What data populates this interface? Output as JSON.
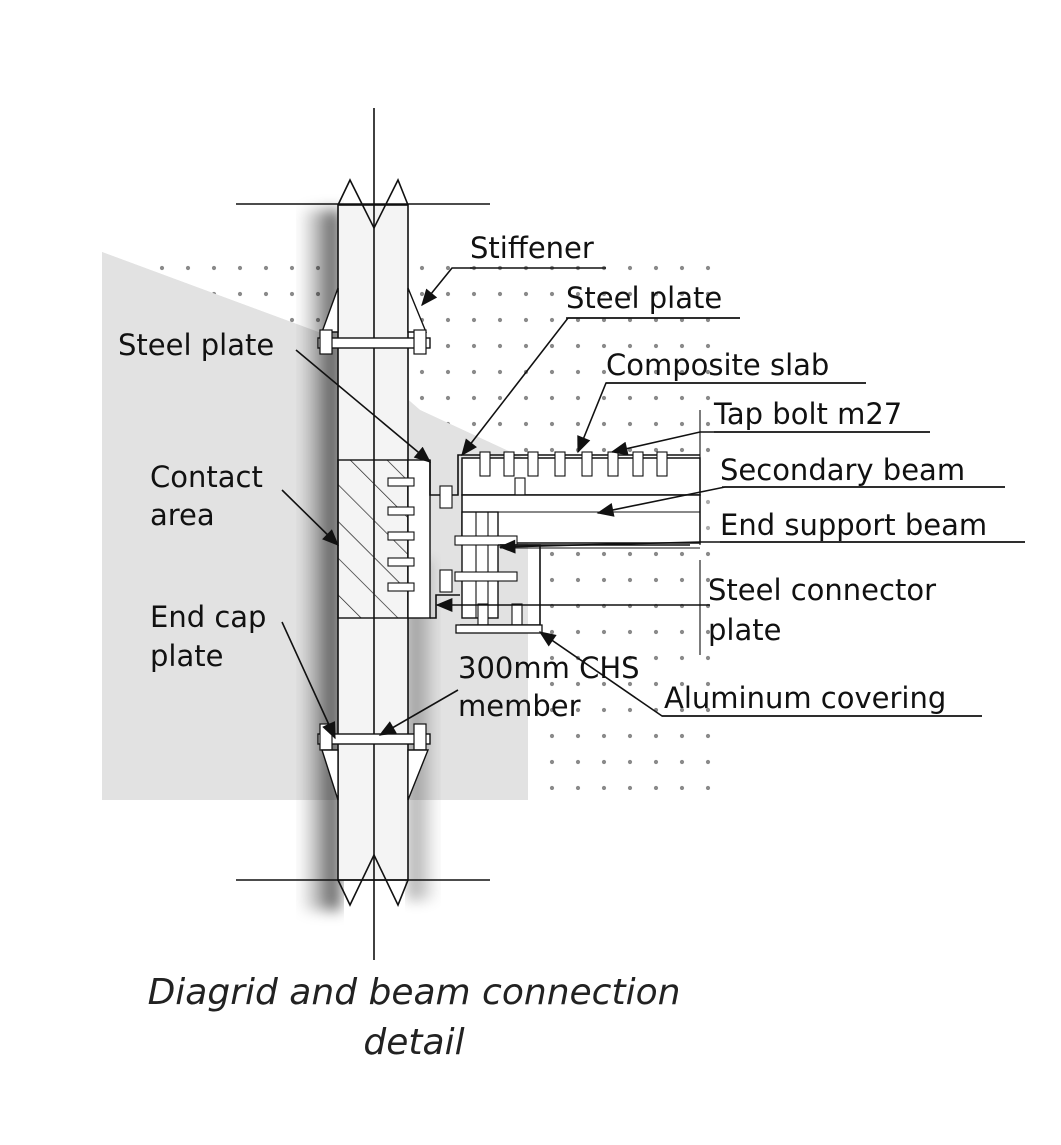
{
  "labels": {
    "stiffener": "Stiffener",
    "steel_plate_top": "Steel plate",
    "steel_plate_left": "Steel plate",
    "composite_slab": "Composite slab",
    "tap_bolt": "Tap bolt m27",
    "secondary_beam": "Secondary beam",
    "contact_area_1": "Contact",
    "contact_area_2": "area",
    "end_support_beam": "End support beam",
    "steel_connector_1": "Steel connector",
    "steel_connector_2": "plate",
    "end_cap_1": "End cap",
    "end_cap_2": "plate",
    "chs_1": "300mm CHS",
    "chs_2": "member",
    "aluminum_covering": "Aluminum covering"
  },
  "caption": {
    "line1": "Diagrid and beam connection",
    "line2": "detail"
  },
  "colors": {
    "background_panel": "#e2e2e2",
    "ink": "#111111",
    "dots": "#8a8a8a"
  }
}
